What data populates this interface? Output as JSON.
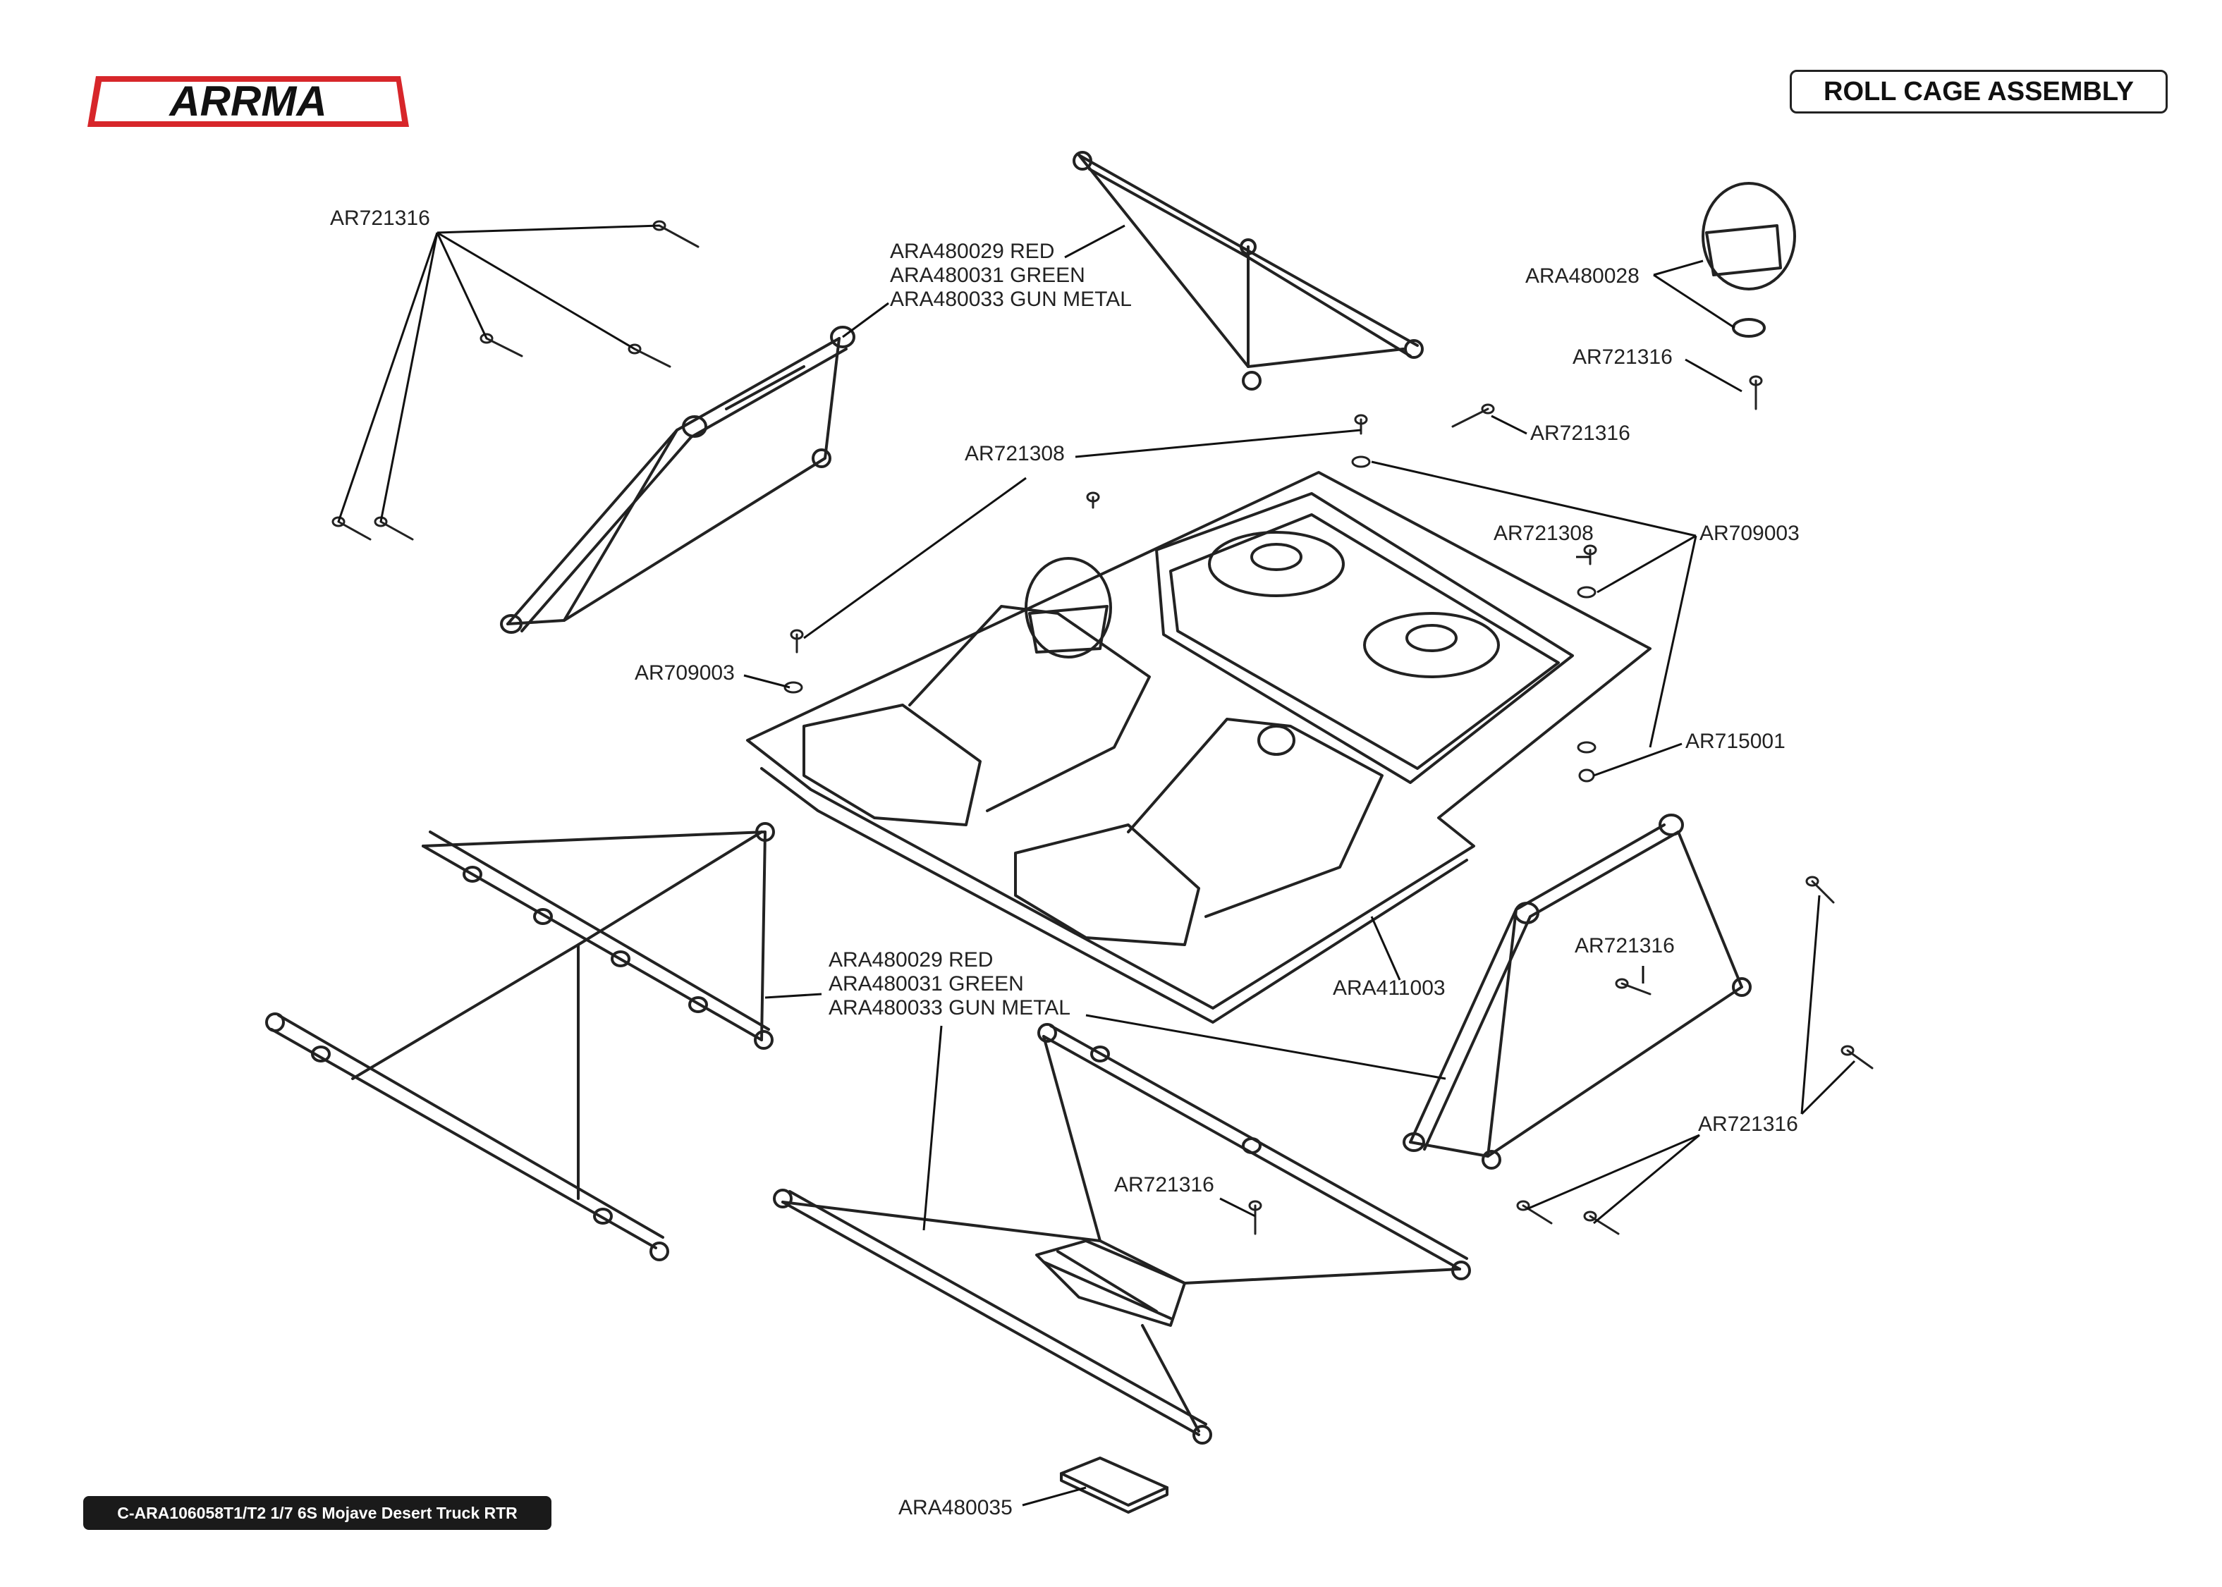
{
  "brand": {
    "logo_text": "ARRMA",
    "accent": "#d7262a"
  },
  "header": {
    "title": "ROLL CAGE ASSEMBLY"
  },
  "footer": {
    "model": "C-ARA106058T1/T2 1/7 6S Mojave Desert Truck RTR"
  },
  "callouts": {
    "ar721316_top_left": "AR721316",
    "cage_colors_top": [
      "ARA480029 RED",
      "ARA480031 GREEN",
      "ARA480033 GUN METAL"
    ],
    "ara480028": "ARA480028",
    "ar721316_helmet": "AR721316",
    "ar721316_mid": "AR721316",
    "ar721308_top": "AR721308",
    "ar721308_right": "AR721308",
    "ar709003_right": "AR709003",
    "ar709003_left": "AR709003",
    "ar715001": "AR715001",
    "ar721316_right_mid": "AR721316",
    "cage_colors_bottom": [
      "ARA480029 RED",
      "ARA480031 GREEN",
      "ARA480033 GUN METAL"
    ],
    "ara411003": "ARA411003",
    "ar721316_right_low": "AR721316",
    "ar721316_center": "AR721316",
    "ara480035": "ARA480035"
  }
}
